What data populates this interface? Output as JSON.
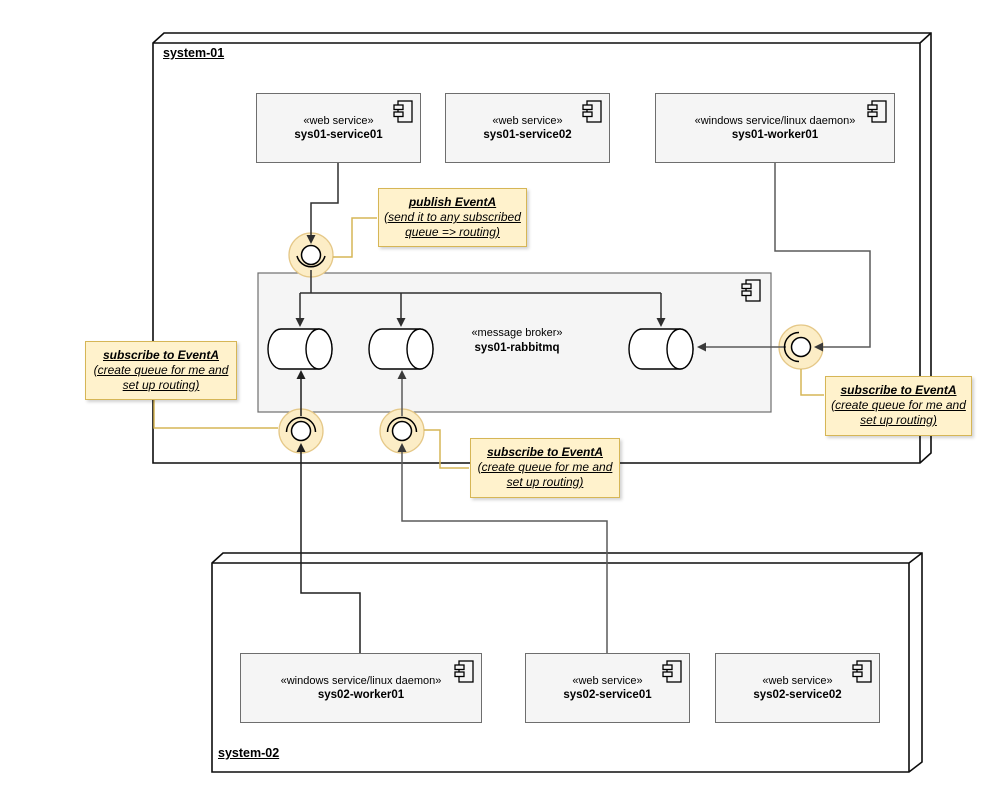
{
  "diagram": {
    "systems": {
      "system01": "system-01",
      "system02": "system-02"
    },
    "components": {
      "sys01_service01": {
        "stereotype": "«web service»",
        "name": "sys01-service01"
      },
      "sys01_service02": {
        "stereotype": "«web service»",
        "name": "sys01-service02"
      },
      "sys01_worker01": {
        "stereotype": "«windows service/linux daemon»",
        "name": "sys01-worker01"
      },
      "sys01_rabbitmq": {
        "stereotype": "«message broker»",
        "name": "sys01-rabbitmq"
      },
      "sys02_worker01": {
        "stereotype": "«windows service/linux daemon»",
        "name": "sys02-worker01"
      },
      "sys02_service01": {
        "stereotype": "«web service»",
        "name": "sys02-service01"
      },
      "sys02_service02": {
        "stereotype": "«web service»",
        "name": "sys02-service02"
      }
    },
    "notes": {
      "publish": {
        "title": "publish EventA",
        "body": "(send it to any subscribed queue => routing)"
      },
      "subscribe": {
        "title": "subscribe to EventA",
        "body": "(create queue for me and set up routing)"
      }
    },
    "colors": {
      "background": "#FFFFFF",
      "note_fill": "#FFF2CC",
      "note_border": "#D6B656",
      "component_fill": "#F5F5F5",
      "component_border": "#666666",
      "connector_highlight_fill": "#FCEDC6",
      "connector_highlight_border": "#E5C888",
      "edge": "#3D3D3D"
    },
    "icons": {
      "component": "uml-component-icon",
      "queue": "message-queue-cylinder-icon",
      "connector": "ball-and-socket-icon"
    }
  }
}
